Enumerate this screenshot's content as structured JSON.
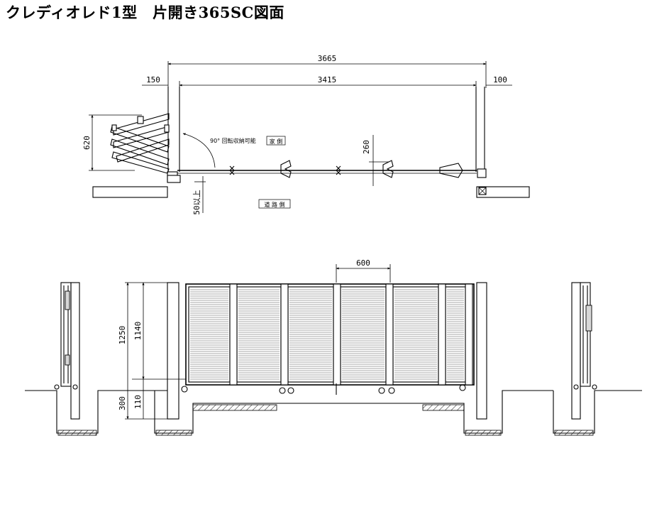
{
  "title": "クレディオレド1型　片開き365SC図面",
  "plan": {
    "dims": {
      "overall": "3665",
      "left_offset": "150",
      "span": "3415",
      "right_offset": "100",
      "fold_depth": "620",
      "gate_offset": "260",
      "clearance": "50以上"
    },
    "note_rotation": "90° 回転収納可能",
    "label_house_side": "家 側",
    "label_road_side": "道 路 側"
  },
  "elevation": {
    "dims": {
      "panel_pitch": "600",
      "overall_height": "1250",
      "panel_height": "1140",
      "embed_depth": "300",
      "ground_gap": "110"
    }
  }
}
